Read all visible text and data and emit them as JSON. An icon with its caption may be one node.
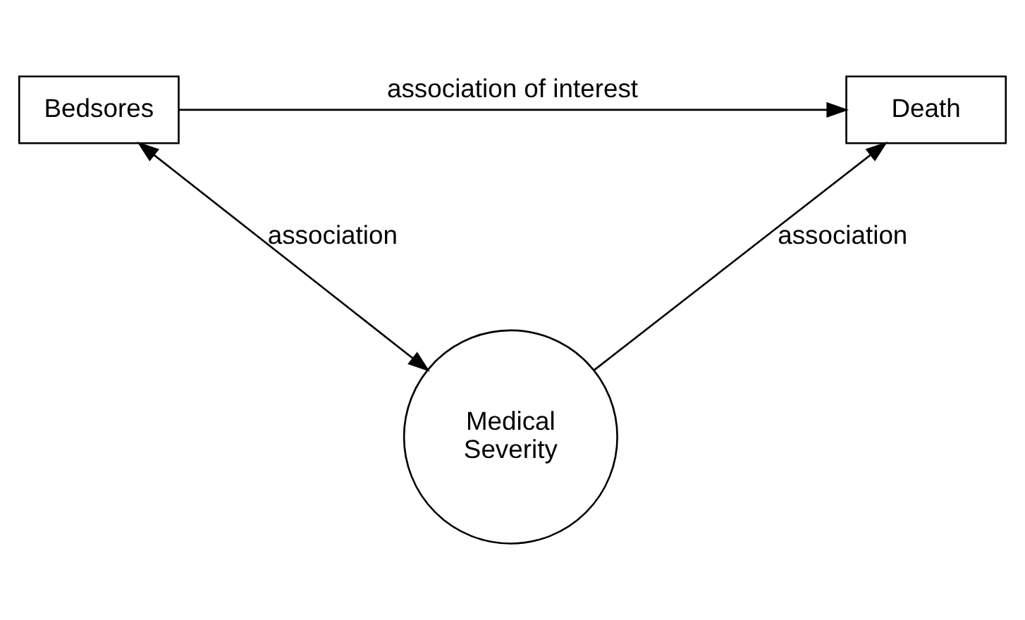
{
  "diagram": {
    "nodes": [
      {
        "text": [
          "Bedsores"
        ]
      },
      {
        "text": [
          "Death"
        ]
      },
      {
        "text": [
          "Medical Severity"
        ]
      }
    ],
    "edges": [
      {
        "from": 0,
        "to": 1,
        "arrow": "to",
        "label": "association of interest"
      },
      {
        "from": 0,
        "to": 2,
        "arrow": "both",
        "label": "association"
      },
      {
        "from": 2,
        "to": 1,
        "arrow": "to",
        "label": "association"
      }
    ]
  }
}
